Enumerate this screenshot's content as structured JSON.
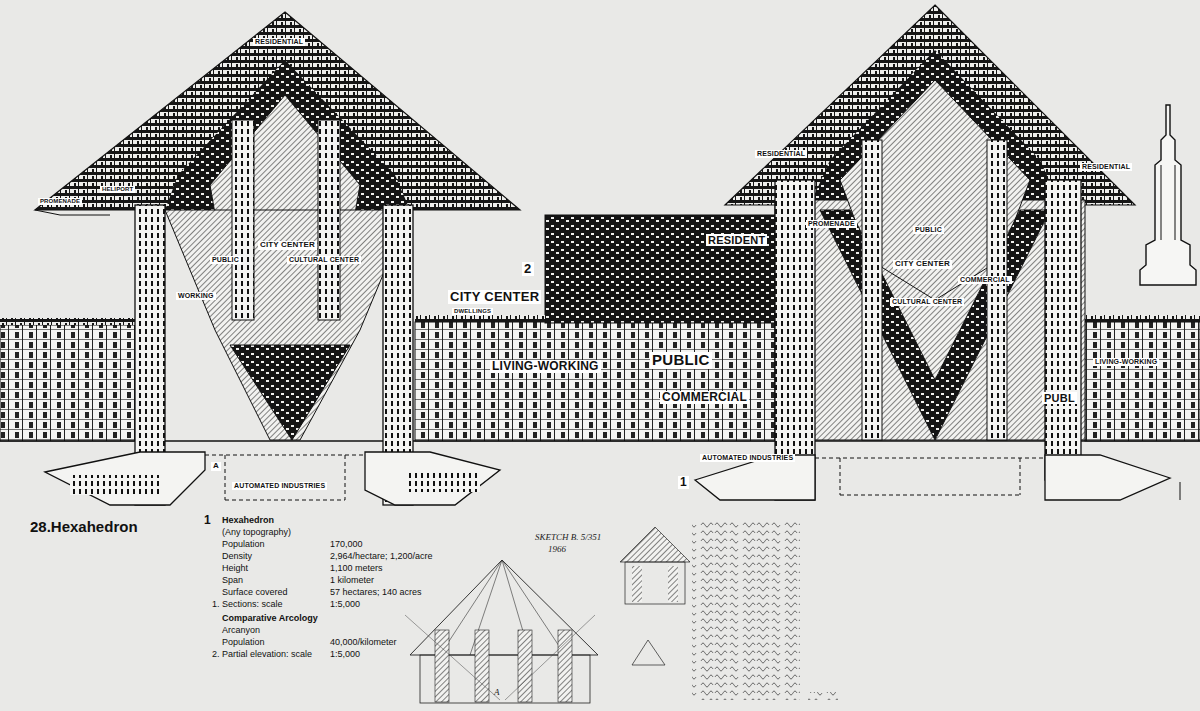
{
  "diagram": {
    "title": "28.Hexahedron",
    "labels": [
      "RESIDENTIAL",
      "HELIPORT",
      "PROMENADE",
      "CITY CENTER",
      "PUBLIC",
      "CULTURAL CENTER",
      "WORKING",
      "A",
      "AUTOMATED INDUSTRIES",
      "2",
      "CITY CENTER",
      "DWELLINGS",
      "RESIDENT",
      "PUBLIC",
      "LIVING-WORKING",
      "COMMERCIAL",
      "RESIDENTIAL",
      "RESIDENTIAL",
      "PROMENADE",
      "PUBLIC",
      "CITY CENTER",
      "COMMERCIAL",
      "CULTURAL CENTER",
      "LIVING-WORKING",
      "PUBL",
      "AUTOMATED INDUSTRIES",
      "1",
      "1",
      "Hexahedron",
      "(Any topography)",
      "Population",
      "170,000",
      "Density",
      "2,964/hectare; 1,200/acre",
      "Height",
      "1,100 meters",
      "Span",
      "1 kilometer",
      "Surface covered",
      "57 hectares; 140 acres",
      "1. Sections: scale",
      "1:5,000",
      "Comparative Arcology",
      "Arcanyon",
      "Population",
      "40,000/kilometer",
      "2. Partial elevation: scale",
      "1:5,000",
      "SKETCH B. 5/351",
      "1966",
      "A"
    ]
  }
}
